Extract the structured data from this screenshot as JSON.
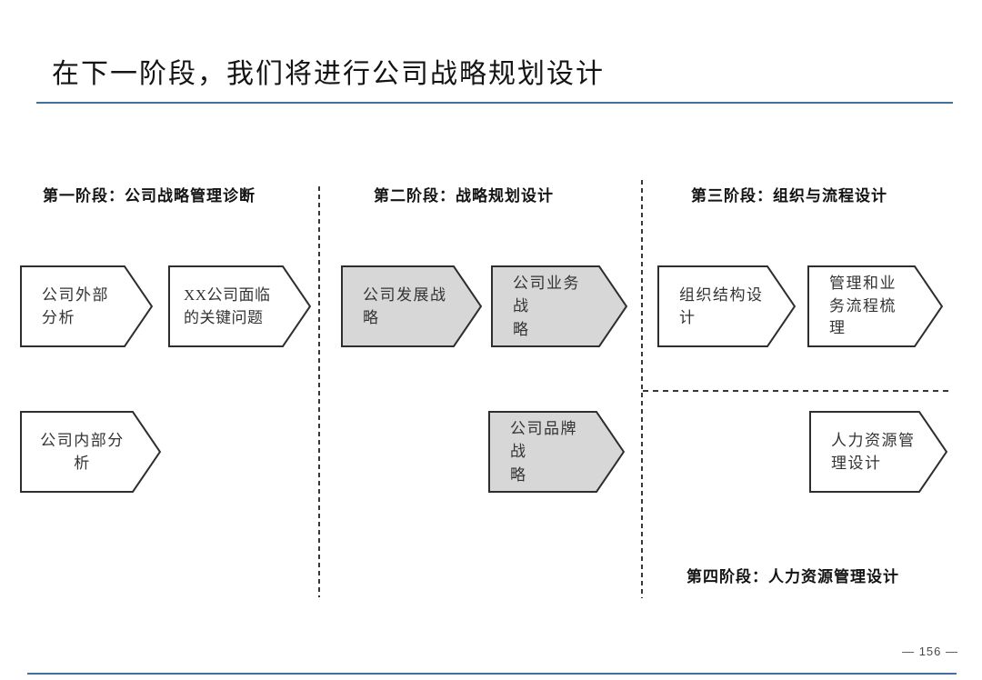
{
  "slide": {
    "title": "在下一阶段，我们将进行公司战略规划设计",
    "page_number": "— 156 —"
  },
  "phases": [
    {
      "header": "第一阶段：公司战略管理诊断",
      "arrows": [
        {
          "label": "公司外部\n分析"
        },
        {
          "label": "XX公司面临\n的关键问题"
        },
        {
          "label": "公司内部分\n析"
        }
      ]
    },
    {
      "header": "第二阶段：战略规划设计",
      "arrows": [
        {
          "label": "公司发展战\n略"
        },
        {
          "label": "公司业务战\n略"
        },
        {
          "label": "公司品牌战\n略"
        }
      ]
    },
    {
      "header": "第三阶段：组织与流程设计",
      "arrows": [
        {
          "label": "组织结构设\n计"
        },
        {
          "label": "管理和业\n务流程梳\n理"
        },
        {
          "label": "人力资源管\n理设计"
        }
      ]
    },
    {
      "header": "第四阶段：人力资源管理设计",
      "arrows": []
    }
  ],
  "colors": {
    "arrow_white": "#ffffff",
    "arrow_gray": "#d7d7d7",
    "arrow_border": "#2e2e2e",
    "accent_line": "#44709d"
  }
}
